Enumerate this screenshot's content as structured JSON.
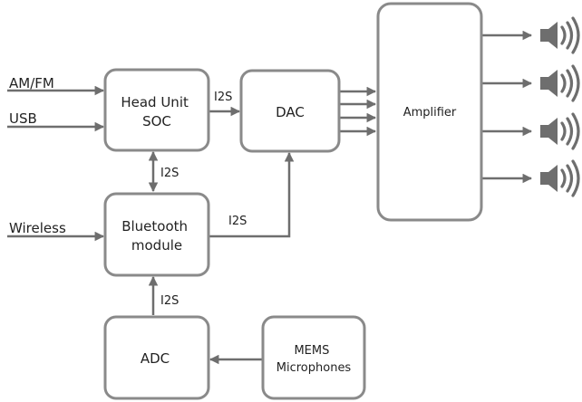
{
  "blocks": {
    "head_unit": {
      "line1": "Head Unit",
      "line2": "SOC"
    },
    "dac": {
      "label": "DAC"
    },
    "amplifier": {
      "label": "Amplifier"
    },
    "bluetooth": {
      "line1": "Bluetooth",
      "line2": "module"
    },
    "adc": {
      "label": "ADC"
    },
    "mems": {
      "line1": "MEMS",
      "line2": "Microphones"
    }
  },
  "inputs": {
    "amfm": "AM/FM",
    "usb": "USB",
    "wireless": "Wireless"
  },
  "links": {
    "soc_to_dac": "I2S",
    "soc_bt": "I2S",
    "bt_to_dac": "I2S",
    "adc_to_bt": "I2S"
  },
  "icons": {
    "speaker": "speaker-icon",
    "speaker_count": 4
  },
  "colors": {
    "box_border": "#8a8a8a",
    "line": "#6e6e6e",
    "text": "#222222"
  }
}
